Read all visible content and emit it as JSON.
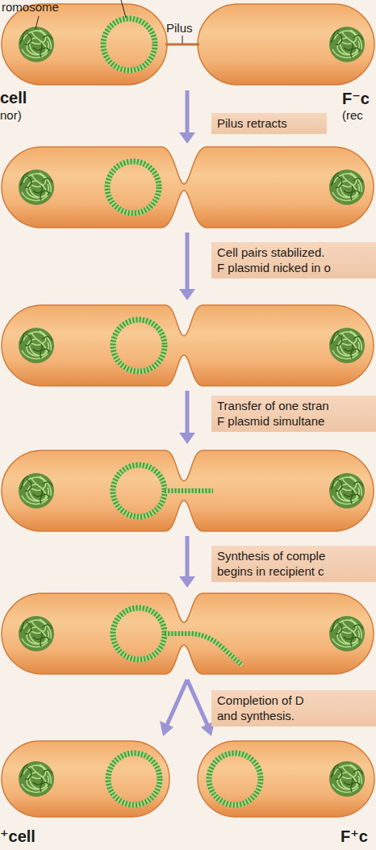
{
  "diagram": {
    "nodes": [
      {
        "text": [
          "Pilus retracts"
        ]
      },
      {
        "text": [
          "Cell pairs stabilized. F plasmid nicked in o"
        ]
      },
      {
        "text": [
          "Transfer of one stran F plasmid simultane"
        ]
      },
      {
        "text": [
          "Synthesis of comple begins in recipient c"
        ]
      },
      {
        "text": [
          "Completion of D and synthesis."
        ]
      }
    ],
    "labels": [
      "romosome",
      "Pilus",
      "cell",
      "nor)",
      "F⁻c",
      "(rec",
      "⁺cell",
      "F⁺c"
    ]
  }
}
